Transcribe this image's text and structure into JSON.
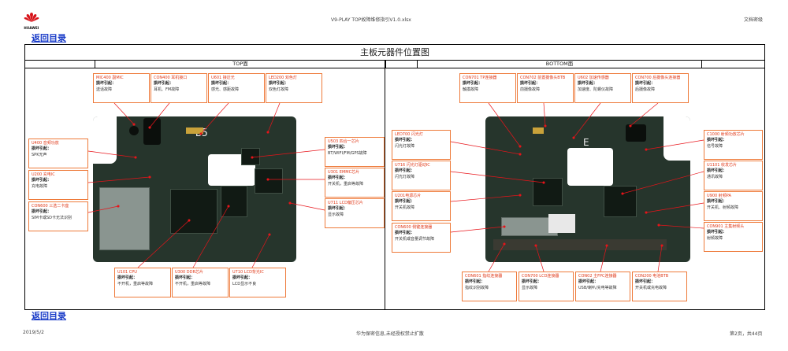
{
  "header": {
    "file_title": "V9-PLAY TOP故障维修指引V1.0.xlsx",
    "confidentiality": "文档密级",
    "logo_text": "HUAWEI"
  },
  "nav": {
    "back_link_top": "返回目录",
    "back_link_bottom": "返回目录"
  },
  "sheet": {
    "title": "主板元器件位置图",
    "top_side_label": "TOP面",
    "bottom_side_label": "BOTTOM面",
    "board_marking": "B5",
    "bottom_marking": "E"
  },
  "top_callouts": [
    {
      "name": "MIC400 副MIC",
      "label": "损坏引起：",
      "desc": "送话故障"
    },
    {
      "name": "CON400 耳机接口",
      "label": "损坏引起：",
      "desc": "耳机、FM故障"
    },
    {
      "name": "U601 接近光",
      "label": "损坏引起：",
      "desc": "感光、感距故障"
    },
    {
      "name": "LED200 双色灯",
      "label": "损坏引起：",
      "desc": "双色灯故障"
    },
    {
      "name": "U400 音频功放",
      "label": "损坏引起：",
      "desc": "SPK无声"
    },
    {
      "name": "U200 充电IC",
      "label": "损坏引起：",
      "desc": "充电故障"
    },
    {
      "name": "CON600 三选二卡座",
      "label": "损坏引起：",
      "desc": "SIM卡或SD卡无法识别"
    },
    {
      "name": "U503 四合一芯片",
      "label": "损坏引起：",
      "desc": "BT/WIFI/FM/GPS故障"
    },
    {
      "name": "U301 EMMC芯片",
      "label": "损坏引起：",
      "desc": "开关机，重启等故障"
    },
    {
      "name": "U711 LCD偏压芯片",
      "label": "损坏引起：",
      "desc": "显示故障"
    },
    {
      "name": "U101 CPU",
      "label": "损坏引起：",
      "desc": "不开机，重启等故障"
    },
    {
      "name": "U300 DDR芯片",
      "label": "损坏引起：",
      "desc": "不开机，重启等故障"
    },
    {
      "name": "U710 LCD背光IC",
      "label": "损坏引起：",
      "desc": "LCD显示不良"
    }
  ],
  "bottom_callouts": [
    {
      "name": "CON701 TP连接器",
      "label": "损坏引起：",
      "desc": "触摸故障"
    },
    {
      "name": "CON702 前置摄像头BTB",
      "label": "损坏引起：",
      "desc": "前摄像故障"
    },
    {
      "name": "U602 加速传感器",
      "label": "损坏引起：",
      "desc": "加速度、陀螺仪故障"
    },
    {
      "name": "CON700 后摄像头连接器",
      "label": "损坏引起：",
      "desc": "后摄像故障"
    },
    {
      "name": "LED700 闪光灯",
      "label": "损坏引起：",
      "desc": "闪光灯故障"
    },
    {
      "name": "U716 闪光灯驱动IC",
      "label": "损坏引起：",
      "desc": "闪光灯故障"
    },
    {
      "name": "U201电源芯片",
      "label": "损坏引起：",
      "desc": "开关机故障"
    },
    {
      "name": "CON600 侧键连接器",
      "label": "损坏引起：",
      "desc": "开关机或音量调节故障"
    },
    {
      "name": "C1000 射频功放芯片",
      "label": "损坏引起：",
      "desc": "信号故障"
    },
    {
      "name": "U1101 收发芯片",
      "label": "损坏引起：",
      "desc": "通讯故障"
    },
    {
      "name": "U900 射频PA",
      "label": "损坏引起：",
      "desc": "开关机、射频故障"
    },
    {
      "name": "CON901 主集射频头",
      "label": "损坏引起：",
      "desc": "射频故障"
    },
    {
      "name": "CON601 指纹连接器",
      "label": "损坏引起：",
      "desc": "指纹识别故障"
    },
    {
      "name": "CON700 LCD连接器",
      "label": "损坏引起：",
      "desc": "显示故障"
    },
    {
      "name": "CON02 主FPC连接器",
      "label": "损坏引起：",
      "desc": "USB/喇叭/充电等故障"
    },
    {
      "name": "CON200 电池BTB",
      "label": "损坏引起：",
      "desc": "开关机或充电故障"
    }
  ],
  "footer": {
    "date": "2019/5/2",
    "notice": "华为保密信息,未经授权禁止扩散",
    "page": "第2页，共44页"
  },
  "colors": {
    "callout_border": "#ee7a3a",
    "leader_line": "#e8141a",
    "link": "#1a3cc8",
    "logo": "#d7141a"
  }
}
